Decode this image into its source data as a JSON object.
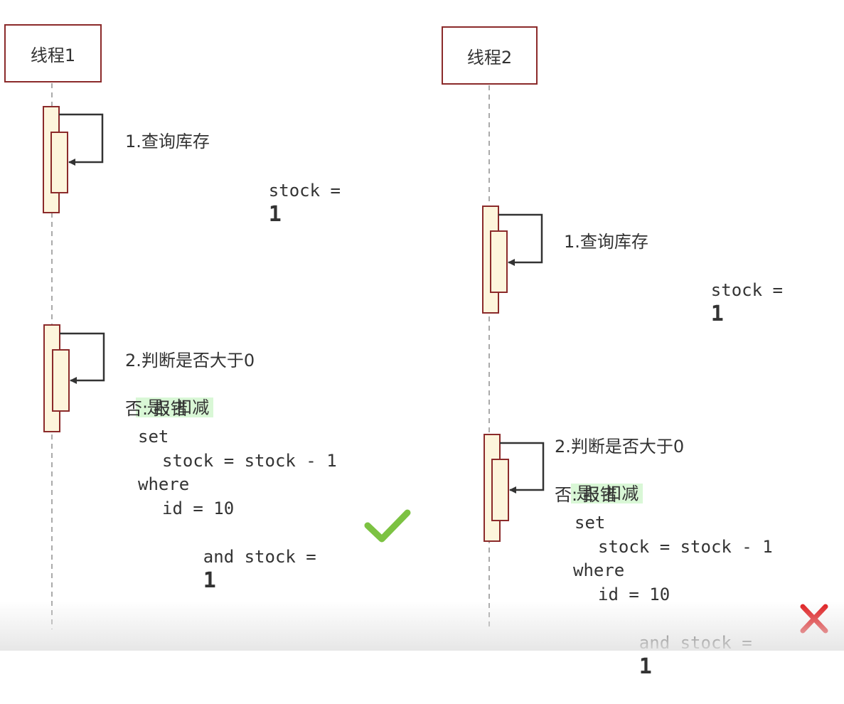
{
  "threads": [
    {
      "name": "线程1",
      "query": {
        "title": "1.查询库存",
        "stock_label": "stock =",
        "stock_value": "1"
      },
      "check": {
        "title": "2.判断是否大于0",
        "yes": "是: 扣减",
        "no": "否: 报错",
        "sql": {
          "set": "set",
          "assign": "stock = stock - 1",
          "where": "where",
          "id_cond": "id = 10",
          "and_label": "and stock =",
          "and_value": "1"
        },
        "result": "check-icon"
      }
    },
    {
      "name": "线程2",
      "query": {
        "title": "1.查询库存",
        "stock_label": "stock =",
        "stock_value": "1"
      },
      "check": {
        "title": "2.判断是否大于0",
        "yes": "是: 扣减",
        "no": "否: 报错",
        "sql": {
          "set": "set",
          "assign": "stock = stock - 1",
          "where": "where",
          "id_cond": "id = 10",
          "and_label": "and stock =",
          "and_value": "1"
        },
        "result": "cross-icon"
      }
    }
  ],
  "colors": {
    "box_border": "#8b2a2a",
    "activation_fill": "#fdf5dc",
    "lifeline": "#aaaaaa",
    "arrow": "#333333",
    "highlight": "#d9f7d6",
    "success": "#7cc242",
    "failure": "#e0191b"
  }
}
